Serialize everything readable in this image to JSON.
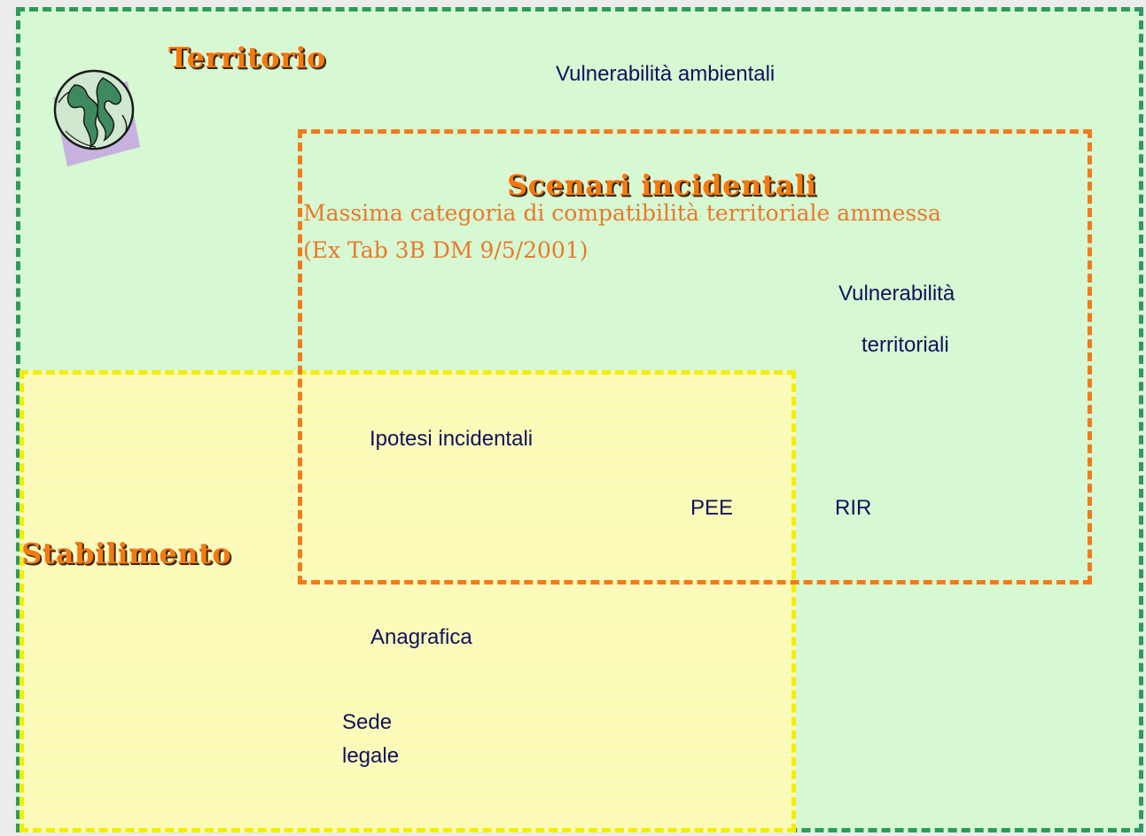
{
  "regions": {
    "territorio": {
      "title": "Territorio",
      "items": {
        "vulnerabilita_ambientali": "Vulnerabilità ambientali",
        "vulnerabilita_territoriali_line1": "Vulnerabilità",
        "vulnerabilita_territoriali_line2": "territoriali",
        "rir": "RIR"
      }
    },
    "scenari": {
      "title": "Scenari incidentali",
      "note_line1": "Massima categoria di compatibilità territoriale ammessa",
      "note_line2": "(Ex Tab 3B DM 9/5/2001)",
      "items": {
        "ipotesi_incidentali": "Ipotesi incidentali",
        "pee": "PEE"
      }
    },
    "stabilimento": {
      "title": "Stabilimento",
      "items": {
        "anagrafica": "Anagrafica",
        "sede_legale_line1": "Sede",
        "sede_legale_line2": "legale"
      }
    }
  },
  "colors": {
    "territorio_fill": "#d6f8d2",
    "territorio_border": "#2e9a5e",
    "stabilimento_fill": "#fbfab0",
    "stabilimento_border": "#f2ee00",
    "scenari_border": "#f27b1a",
    "heading": "#f57a0d",
    "label_text": "#12125c"
  },
  "icons": {
    "territorio": "globe-icon"
  }
}
